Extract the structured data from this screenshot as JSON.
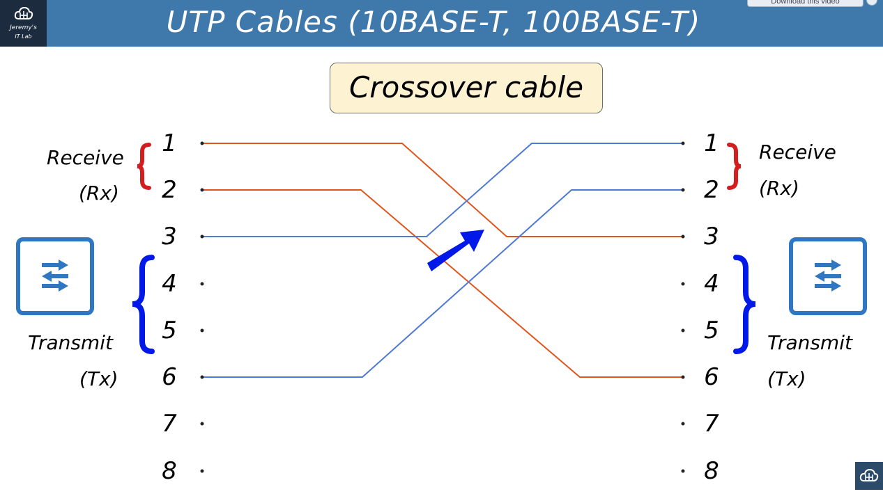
{
  "header": {
    "title": "UTP Cables (10BASE-T, 100BASE-T)",
    "logo_line1": "Jeremy's",
    "logo_line2": "IT Lab",
    "youtube_button": "Download this video"
  },
  "subtitle": "Crossover cable",
  "left": {
    "pins": [
      "1",
      "2",
      "3",
      "4",
      "5",
      "6",
      "7",
      "8"
    ],
    "receive_label": "Receive",
    "receive_abbr": "(Rx)",
    "transmit_label": "Transmit",
    "transmit_abbr": "(Tx)"
  },
  "right": {
    "pins": [
      "1",
      "2",
      "3",
      "4",
      "5",
      "6",
      "7",
      "8"
    ],
    "receive_label": "Receive",
    "receive_abbr": "(Rx)",
    "transmit_label": "Transmit",
    "transmit_abbr": "(Tx)"
  },
  "connections": [
    {
      "from_pin": 1,
      "to_pin": 3,
      "color": "#e2541c"
    },
    {
      "from_pin": 2,
      "to_pin": 6,
      "color": "#e2541c"
    },
    {
      "from_pin": 3,
      "to_pin": 1,
      "color": "#4e79d4"
    },
    {
      "from_pin": 6,
      "to_pin": 2,
      "color": "#4e79d4"
    }
  ],
  "colors": {
    "header_bg": "#3f78aa",
    "receive_brace": "#d21e1e",
    "transmit_brace": "#0018e8",
    "arrow": "#0018e8",
    "switch_icon": "#2f76c3",
    "subtitle_bg": "#fdf2d2"
  },
  "icons": {
    "switch": "switch-icon",
    "logo": "cloud-logo-icon",
    "arrow": "arrow-up-right-icon"
  }
}
